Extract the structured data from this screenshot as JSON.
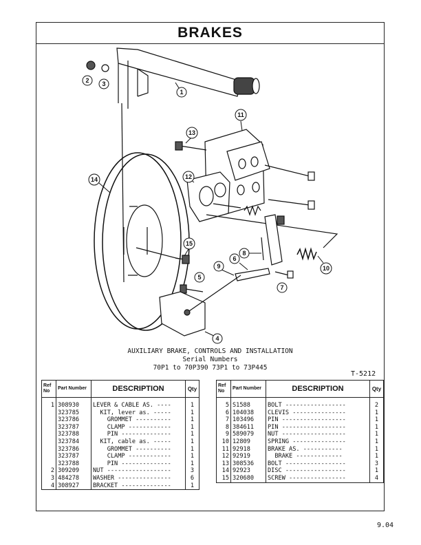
{
  "page_title": "BRAKES",
  "callouts": [
    "1",
    "2",
    "3",
    "4",
    "5",
    "6",
    "7",
    "8",
    "9",
    "10",
    "11",
    "12",
    "13",
    "14",
    "15"
  ],
  "caption": {
    "line1": "AUXILIARY BRAKE, CONTROLS AND INSTALLATION",
    "line2": "Serial Numbers",
    "line3": "70P1 to 70P390  73P1 to 73P445"
  },
  "figure_code": "T-5212",
  "table_headers": {
    "ref": "Ref No",
    "part": "Part Number",
    "desc": "DESCRIPTION",
    "qty": "Qty"
  },
  "left_table": [
    {
      "ref": "1",
      "part": "308930",
      "desc": "LEVER & CABLE AS. ----",
      "qty": "1"
    },
    {
      "ref": "",
      "part": "323785",
      "desc": "  KIT, lever as. -----",
      "qty": "1"
    },
    {
      "ref": "",
      "part": "323786",
      "desc": "    GROMMET ----------",
      "qty": "1"
    },
    {
      "ref": "",
      "part": "323787",
      "desc": "    CLAMP ------------",
      "qty": "1"
    },
    {
      "ref": "",
      "part": "323788",
      "desc": "    PIN --------------",
      "qty": "1"
    },
    {
      "ref": "",
      "part": "323784",
      "desc": "  KIT, cable as. -----",
      "qty": "1"
    },
    {
      "ref": "",
      "part": "323786",
      "desc": "    GROMMET ----------",
      "qty": "1"
    },
    {
      "ref": "",
      "part": "323787",
      "desc": "    CLAMP ------------",
      "qty": "1"
    },
    {
      "ref": "",
      "part": "323788",
      "desc": "    PIN --------------",
      "qty": "1"
    },
    {
      "ref": "2",
      "part": "309209",
      "desc": "NUT ------------------",
      "qty": "3"
    },
    {
      "ref": "3",
      "part": "484278",
      "desc": "WASHER ---------------",
      "qty": "6"
    },
    {
      "ref": "4",
      "part": "308927",
      "desc": "BRACKET --------------",
      "qty": "1"
    }
  ],
  "right_table": [
    {
      "ref": "5",
      "part": "S1588",
      "desc": "BOLT -----------------",
      "qty": "2"
    },
    {
      "ref": "6",
      "part": "104038",
      "desc": "CLEVIS ---------------",
      "qty": "1"
    },
    {
      "ref": "7",
      "part": "103496",
      "desc": "PIN ------------------",
      "qty": "1"
    },
    {
      "ref": "8",
      "part": "384611",
      "desc": "PIN ------------------",
      "qty": "1"
    },
    {
      "ref": "9",
      "part": "589079",
      "desc": "NUT ------------------",
      "qty": "1"
    },
    {
      "ref": "10",
      "part": "12809",
      "desc": "SPRING ---------------",
      "qty": "1"
    },
    {
      "ref": "11",
      "part": "92918",
      "desc": "BRAKE AS. -----------",
      "qty": "1"
    },
    {
      "ref": "12",
      "part": "92919",
      "desc": "  BRAKE -------------",
      "qty": "1"
    },
    {
      "ref": "13",
      "part": "308536",
      "desc": "BOLT -----------------",
      "qty": "3"
    },
    {
      "ref": "14",
      "part": "92923",
      "desc": "DISC -----------------",
      "qty": "1"
    },
    {
      "ref": "15",
      "part": "320680",
      "desc": "SCREW ----------------",
      "qty": "4"
    }
  ],
  "page_number": "9.04"
}
